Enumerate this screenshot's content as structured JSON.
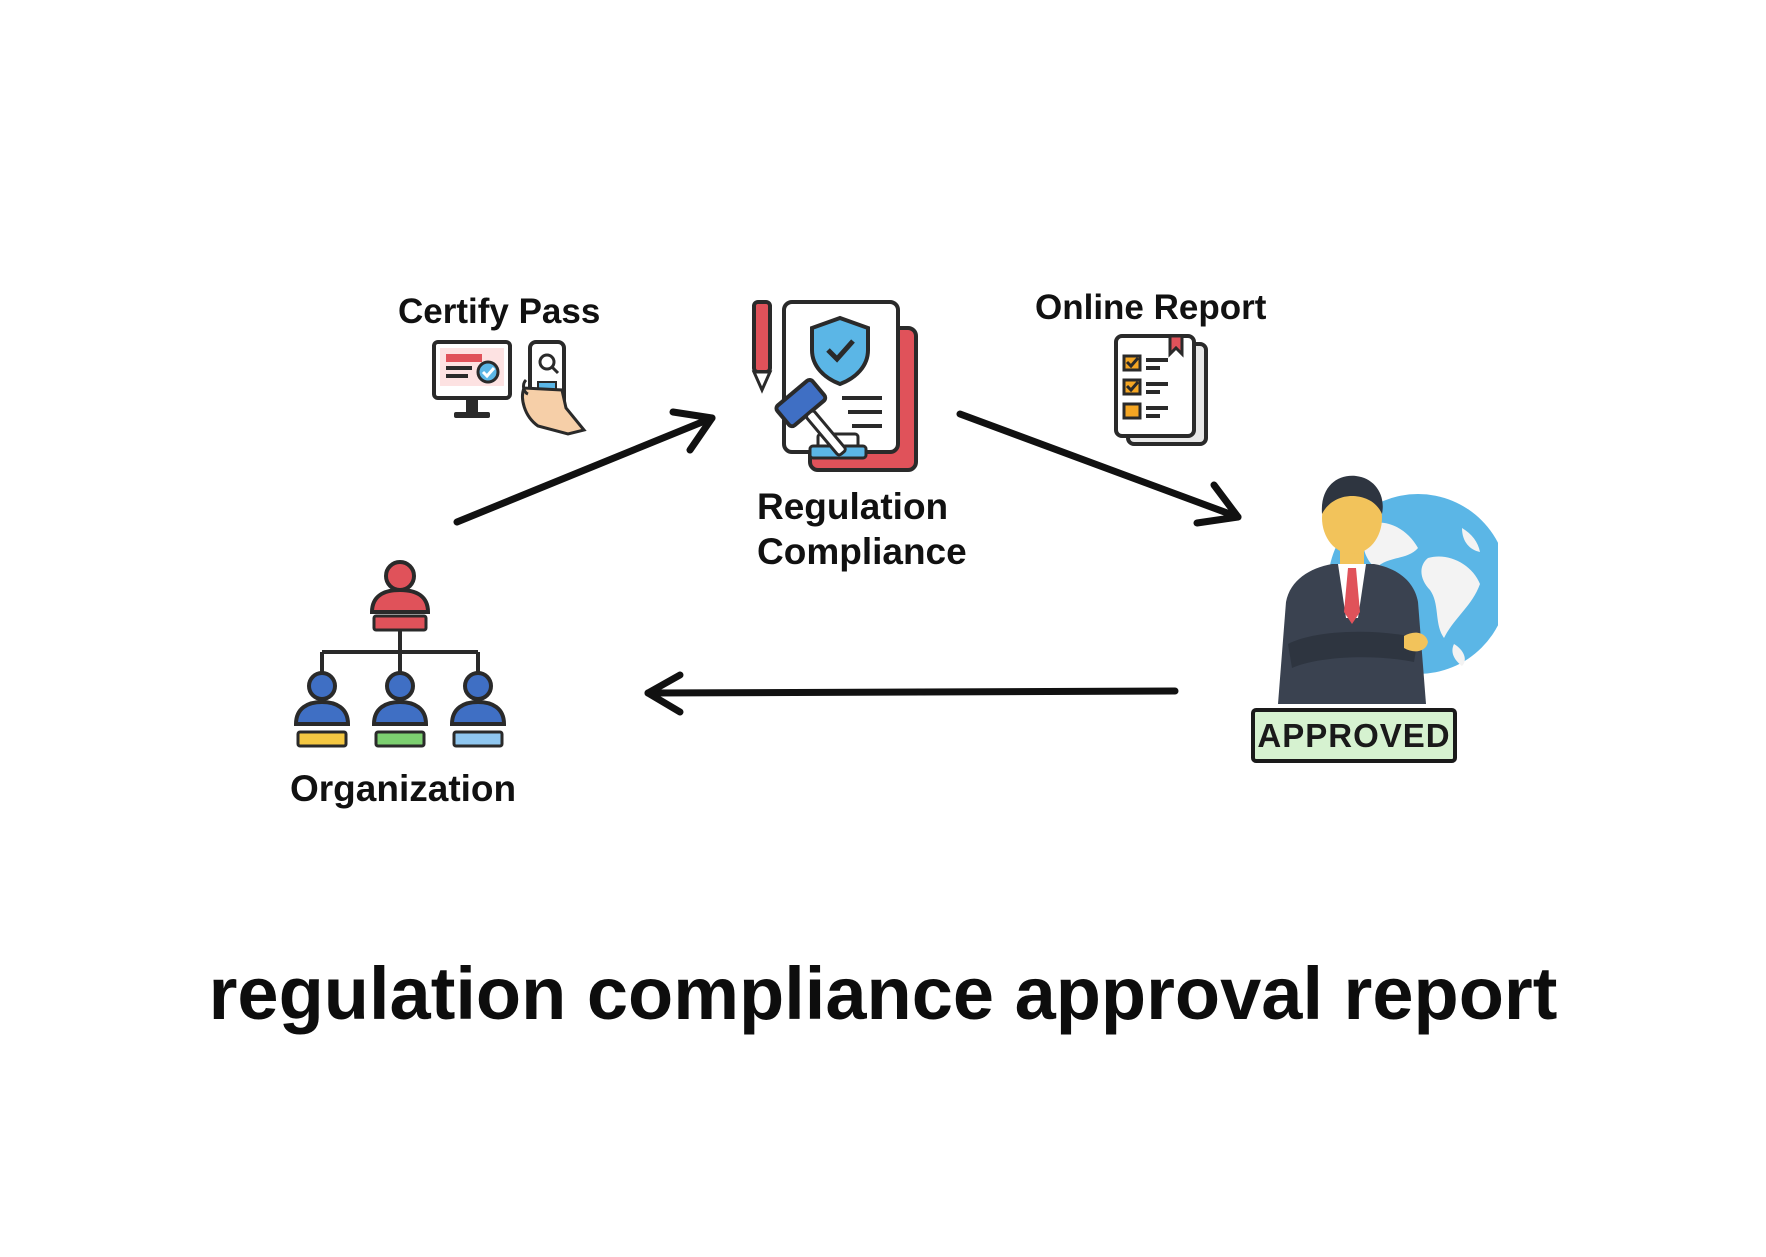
{
  "diagram": {
    "nodes": {
      "certify_pass": {
        "label": "Certify Pass",
        "icon": "monitor-phone-check-icon"
      },
      "regulation_compliance": {
        "label_line1": "Regulation",
        "label_line2": "Compliance",
        "icon": "document-gavel-shield-icon"
      },
      "online_report": {
        "label": "Online Report",
        "icon": "checklist-document-icon"
      },
      "approver": {
        "stamp": "APPROVED",
        "icon": "businessman-globe-icon"
      },
      "organization": {
        "label": "Organization",
        "icon": "org-chart-icon"
      }
    },
    "edges": [
      {
        "from": "organization",
        "to": "regulation_compliance"
      },
      {
        "from": "regulation_compliance",
        "to": "approver"
      },
      {
        "from": "approver",
        "to": "organization"
      }
    ],
    "title": "regulation compliance approval report"
  },
  "colors": {
    "arrow": "#111111",
    "red_accent": "#e0525a",
    "blue_accent": "#3f6fc4",
    "sky_blue": "#5bb6e6",
    "stamp_green": "#d6f2d0",
    "suit": "#3a4250"
  }
}
